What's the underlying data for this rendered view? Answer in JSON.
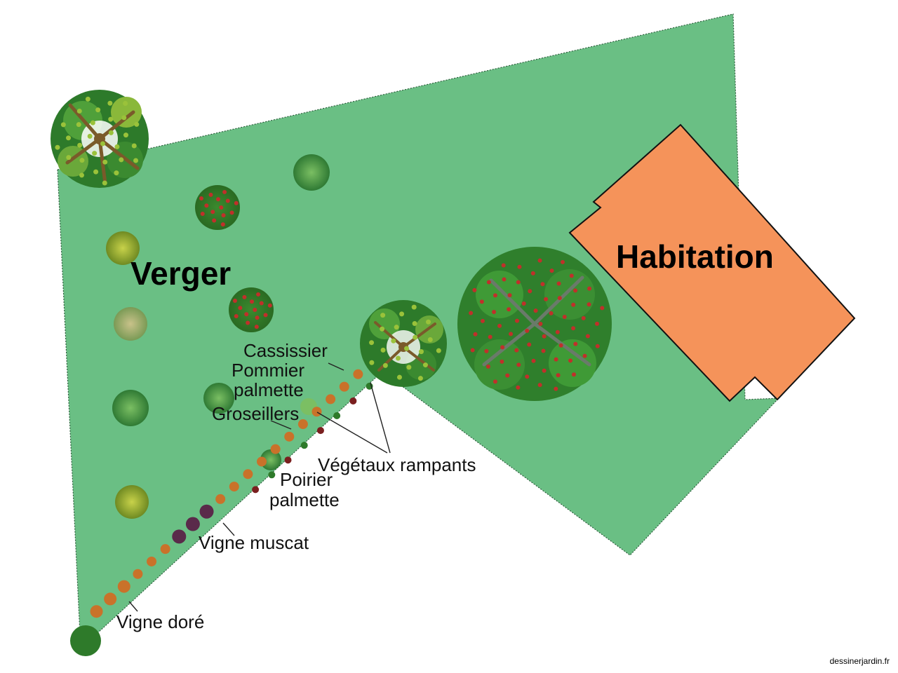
{
  "colors": {
    "lawn": "#6abf84",
    "lawn_edge": "#2f5e3e",
    "house": "#f5935a",
    "house_edge": "#111111",
    "leader": "#222222",
    "grape_orange": "#c9722a",
    "grape_purple": "#5a2a4a",
    "currant_red": "#7a1f1f",
    "foliage_dark": "#2e7a2a",
    "foliage_light": "#9ac23a",
    "fruit_red": "#c0302a"
  },
  "zones": {
    "orchard": "Verger",
    "house": "Habitation"
  },
  "labels": {
    "cassissier": "Cassissier",
    "pommier_line1": "Pommier",
    "pommier_line2": "palmette",
    "groseillers": "Groseillers",
    "rampants": "Végétaux rampants",
    "poirier_line1": "Poirier",
    "poirier_line2": "palmette",
    "vigne_muscat": "Vigne muscat",
    "vigne_dore": "Vigne doré"
  },
  "credit": "dessinerjardin.fr"
}
